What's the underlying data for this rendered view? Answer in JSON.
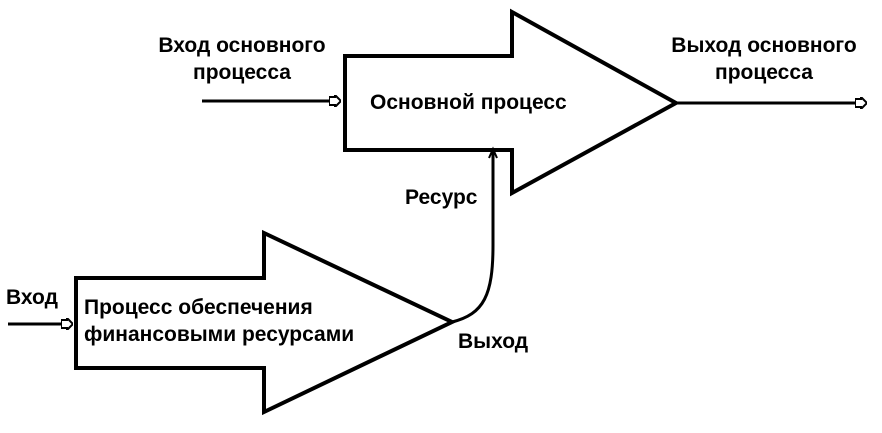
{
  "main_process": {
    "label": "Основной процесс",
    "input_label": [
      "Вход основного",
      "процесса"
    ],
    "output_label": [
      "Выход основного",
      "процесса"
    ]
  },
  "support_process": {
    "label": [
      "Процесс обеспечения",
      "финансовыми ресурсами"
    ],
    "input_label": "Вход",
    "output_label": "Выход"
  },
  "resource_label": "Ресурс",
  "colors": {
    "stroke": "#000000",
    "background": "#ffffff"
  }
}
